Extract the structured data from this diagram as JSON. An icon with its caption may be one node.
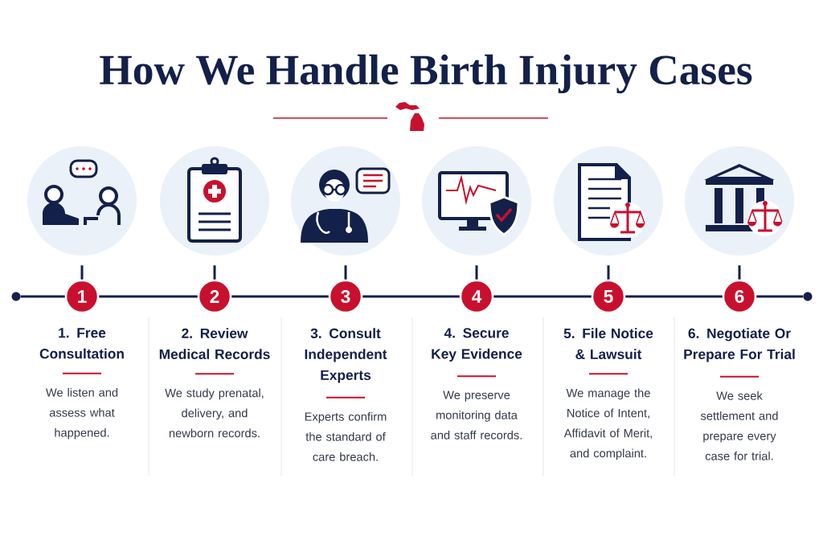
{
  "diagram": {
    "title": "How We Handle Birth Injury Cases",
    "nodes": [
      {
        "text": [],
        "shape": "circle"
      },
      {
        "text": [],
        "shape": "circle"
      },
      {
        "text": [],
        "shape": "circle"
      },
      {
        "text": [],
        "shape": "circle"
      },
      {
        "text": [],
        "shape": "circle"
      },
      {
        "text": [],
        "shape": "circle"
      },
      {
        "text": [
          "1"
        ]
      },
      {
        "text": [
          "2"
        ]
      },
      {
        "text": [
          "3"
        ]
      },
      {
        "text": [
          "4"
        ]
      },
      {
        "text": [
          "5"
        ]
      },
      {
        "text": [
          "6"
        ]
      },
      {
        "text": [],
        "shape": "dot"
      },
      {
        "text": [],
        "shape": "dot"
      }
    ],
    "edges": [
      {
        "from": 0,
        "to": 6,
        "arrow": "none"
      },
      {
        "from": 1,
        "to": 7,
        "arrow": "none"
      },
      {
        "from": 2,
        "to": 8,
        "arrow": "none"
      },
      {
        "from": 3,
        "to": 9,
        "arrow": "none"
      },
      {
        "from": 4,
        "to": 10,
        "arrow": "none"
      },
      {
        "from": 5,
        "to": 11,
        "arrow": "none"
      },
      {
        "from": 12,
        "to": 6,
        "arrow": "none"
      },
      {
        "from": 6,
        "to": 7,
        "arrow": "none"
      },
      {
        "from": 7,
        "to": 8,
        "arrow": "none"
      },
      {
        "from": 8,
        "to": 9,
        "arrow": "none"
      },
      {
        "from": 9,
        "to": 10,
        "arrow": "none"
      },
      {
        "from": 10,
        "to": 11,
        "arrow": "none"
      },
      {
        "from": 11,
        "to": 13,
        "arrow": "none"
      }
    ],
    "labels": [
      "1. Free Consultation",
      "We listen and assess what happened.",
      "2. Review Medical Records",
      "We study prenatal, delivery, and newborn records.",
      "3. Consult Independent Experts",
      "Experts confirm the standard of care breach.",
      "4. Secure Key Evidence",
      "We preserve monitoring data and staff records.",
      "5. File Notice & Lawsuit",
      "We manage the Notice of Intent, Affidavit of Merit, and complaint.",
      "6. Negotiate Or Prepare For Trial",
      "We seek settlement and prepare every case for trial."
    ]
  }
}
